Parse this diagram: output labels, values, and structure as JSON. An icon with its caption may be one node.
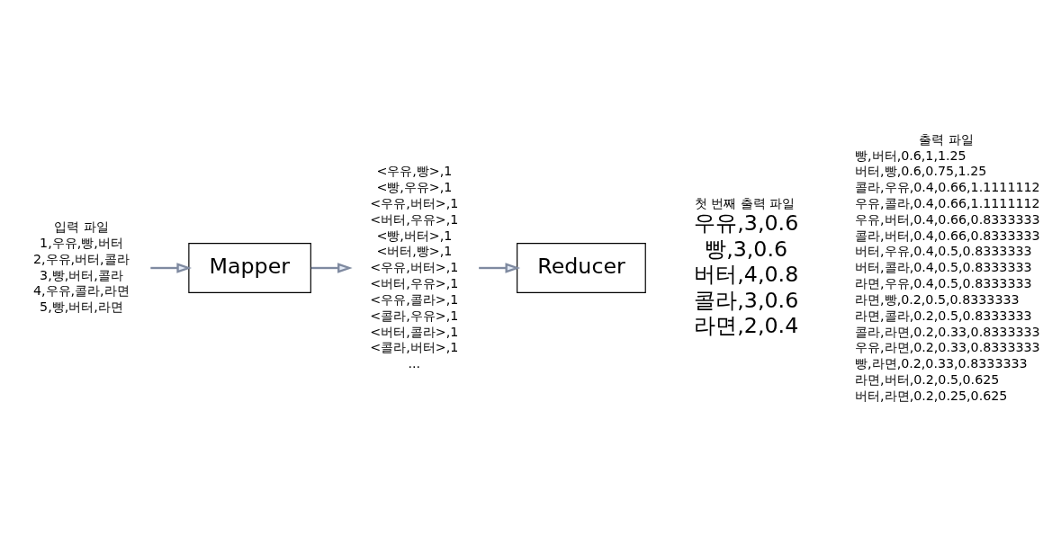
{
  "diagram": {
    "nodes": [
      {
        "text": [
          "입력 파일",
          "1,우유,빵,버터",
          "2,우유,버터,콜라",
          "3,빵,버터,콜라",
          "4,우유,콜라,라면",
          "5,빵,버터,라면"
        ]
      },
      {
        "text": [
          "Mapper"
        ]
      },
      {
        "text": [
          "<우유,빵>,1",
          "<빵,우유>,1",
          "<우유,버터>,1",
          "<버터,우유>,1",
          "<빵,버터>,1",
          "<버터,빵>,1",
          "<우유,버터>,1",
          "<버터,우유>,1",
          "<우유,콜라>,1",
          "<콜라,우유>,1",
          "<버터,콜라>,1",
          "<콜라,버터>,1",
          "..."
        ]
      },
      {
        "text": [
          "Reducer"
        ]
      }
    ],
    "edges": [
      {
        "from": 0,
        "to": 1,
        "arrow": "to"
      },
      {
        "from": 1,
        "to": 2,
        "arrow": "to"
      },
      {
        "from": 2,
        "to": 3,
        "arrow": "to"
      }
    ],
    "labels": [
      "첫 번째 출력 파일",
      "우유,3,0.6",
      "빵,3,0.6",
      "버터,4,0.8",
      "콜라,3,0.6",
      "라면,2,0.4",
      "출력 파일",
      "빵,버터,0.6,1,1.25",
      "버터,빵,0.6,0.75,1.25",
      "콜라,우유,0.4,0.66,1.1111112",
      "우유,콜라,0.4,0.66,1.1111112",
      "우유,버터,0.4,0.66,0.8333333",
      "콜라,버터,0.4,0.66,0.8333333",
      "버터,우유,0.4,0.5,0.8333333",
      "버터,콜라,0.4,0.5,0.8333333",
      "라면,우유,0.4,0.5,0.8333333",
      "라면,빵,0.2,0.5,0.8333333",
      "라면,콜라,0.2,0.5,0.8333333",
      "콜라,라면,0.2,0.33,0.8333333",
      "우유,라면,0.2,0.33,0.8333333",
      "빵,라면,0.2,0.33,0.8333333",
      "라면,버터,0.2,0.5,0.625",
      "버터,라면,0.2,0.25,0.625"
    ]
  }
}
